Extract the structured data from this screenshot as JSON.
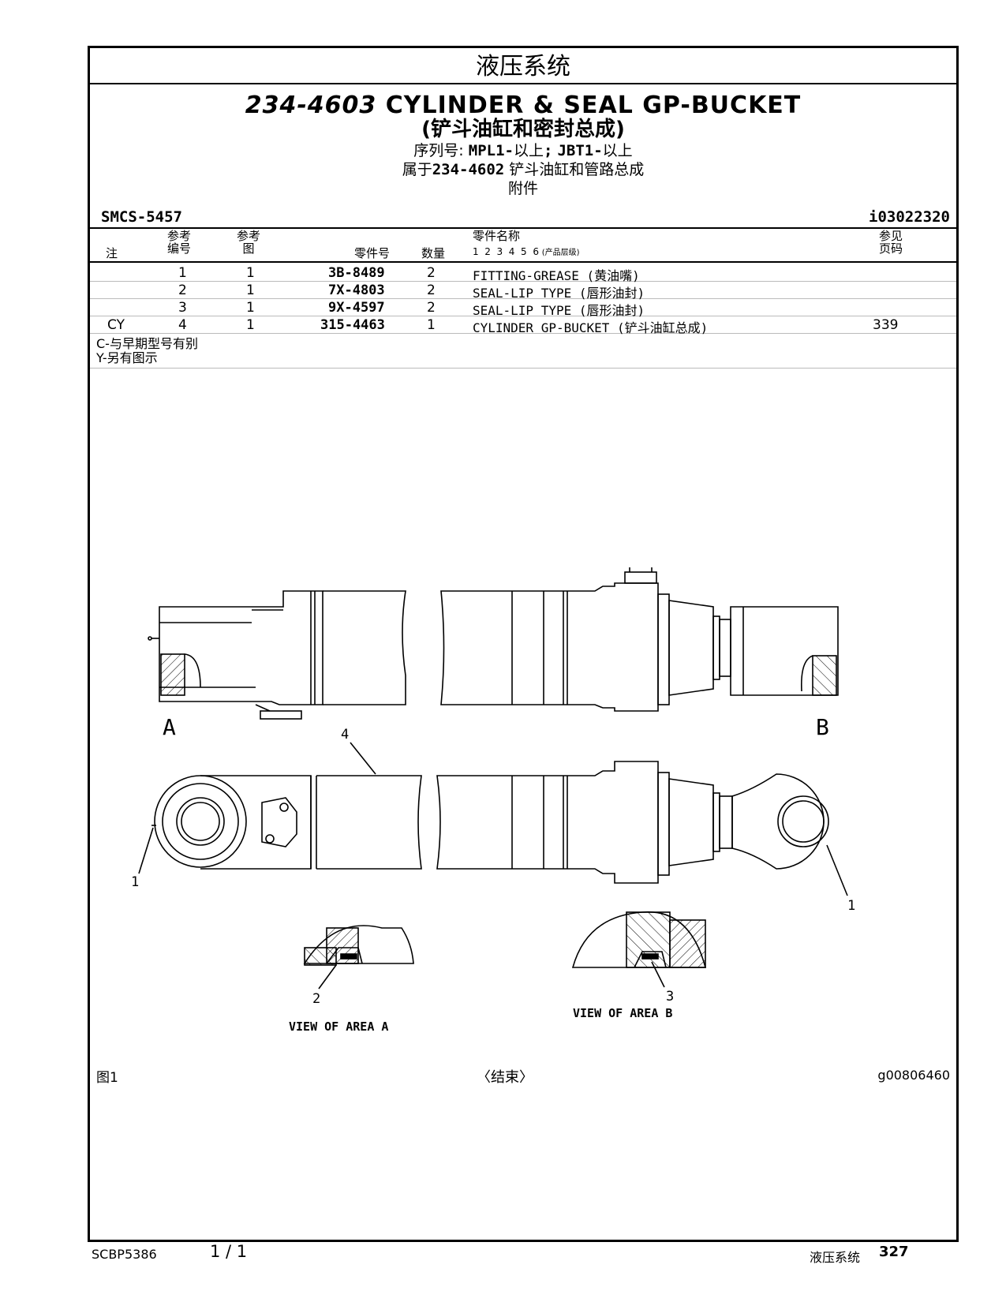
{
  "header": {
    "section": "液压系统"
  },
  "title": {
    "part_number": "234-4603",
    "name": "CYLINDER & SEAL GP-BUCKET",
    "chinese_name": "(铲斗油缸和密封总成)",
    "serial_label": "序列号:",
    "serial_a": "MPL1-",
    "serial_a_suffix": "以上",
    "serial_sep": ";",
    "serial_b": "JBT1-",
    "serial_b_suffix": "以上",
    "belongs_prefix": "属于",
    "belongs_pn": "234-4602",
    "belongs_desc": "铲斗油缸和管路总成",
    "belongs_suffix": "附件"
  },
  "smcs": "SMCS-5457",
  "doc_id": "i03022320",
  "table": {
    "headers": {
      "note": "注",
      "ref_no_1": "参考",
      "ref_no_2": "编号",
      "ref_fig_1": "参考",
      "ref_fig_2": "图",
      "part_no": "零件号",
      "qty": "数量",
      "name": "零件名称",
      "levels": "1  2  3  4  5  6",
      "levels_note": "(产品层级)",
      "see_page_1": "参见",
      "see_page_2": "页码"
    },
    "rows": [
      {
        "note": "",
        "ref": "1",
        "fig": "1",
        "pn": "3B-8489",
        "qty": "2",
        "desc": "FITTING-GREASE (黄油嘴)",
        "page": ""
      },
      {
        "note": "",
        "ref": "2",
        "fig": "1",
        "pn": "7X-4803",
        "qty": "2",
        "desc": "SEAL-LIP TYPE (唇形油封)",
        "page": ""
      },
      {
        "note": "",
        "ref": "3",
        "fig": "1",
        "pn": "9X-4597",
        "qty": "2",
        "desc": "SEAL-LIP TYPE (唇形油封)",
        "page": ""
      },
      {
        "note": "CY",
        "ref": "4",
        "fig": "1",
        "pn": "315-4463",
        "qty": "1",
        "desc": "CYLINDER GP-BUCKET (铲斗油缸总成)",
        "page": "339"
      }
    ],
    "notes": [
      "C-与早期型号有别",
      "Y-另有图示"
    ]
  },
  "figure": {
    "label_a": "A",
    "label_b": "B",
    "callouts": [
      "4",
      "1",
      "1",
      "2",
      "3"
    ],
    "view_a": "VIEW OF AREA A",
    "view_b": "VIEW OF AREA B",
    "fig_label": "图1",
    "end_label": "〈结束〉",
    "graphic_id": "g00806460"
  },
  "footer": {
    "doc": "SCBP5386",
    "page_of": "1 / 1",
    "section": "液压系统",
    "page": "327"
  }
}
